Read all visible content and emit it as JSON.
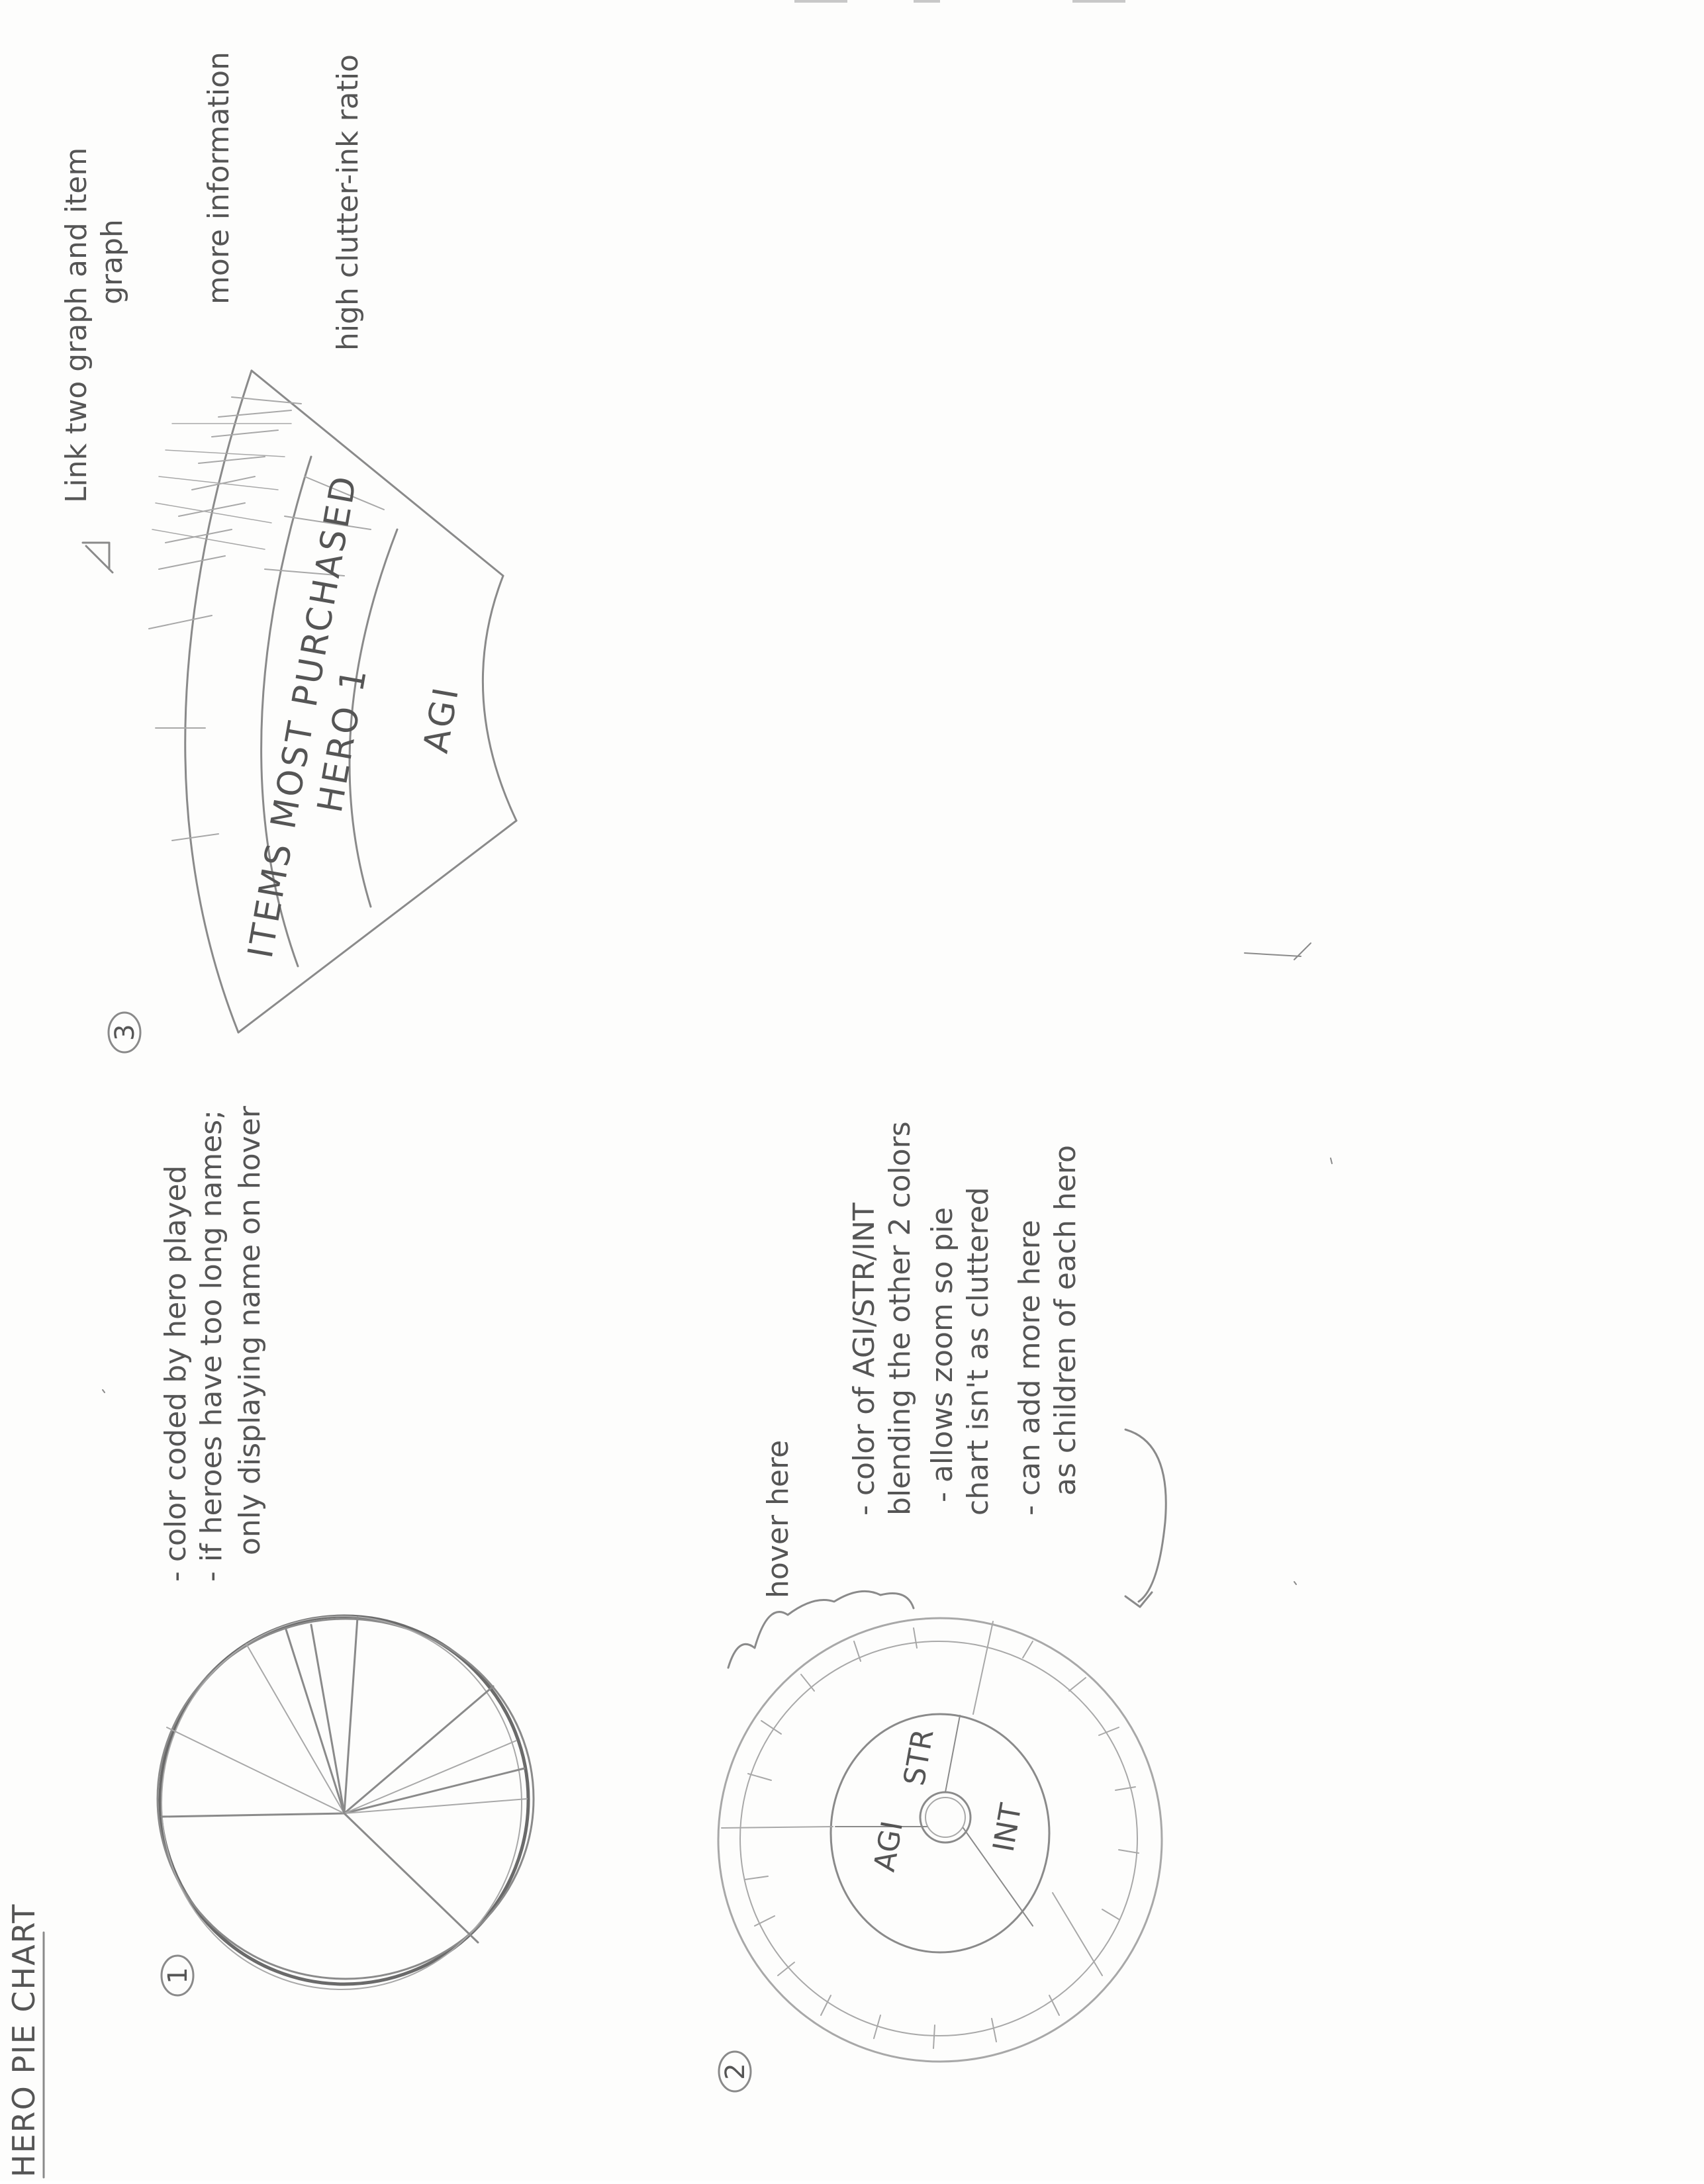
{
  "page": {
    "title": "HERO PIE CHART"
  },
  "sketch1": {
    "number": "1",
    "notes": [
      "- color coded by hero played",
      "- if heroes have too long names;",
      "only displaying name on hover"
    ]
  },
  "sketch2": {
    "number": "2",
    "hover_label": "hover here",
    "segments": {
      "agi": "AGI",
      "str": "STR",
      "int": "INT"
    },
    "notes": [
      "- color of AGI/STR/INT",
      "blending the other 2 colors",
      "- allows zoom so pie",
      "chart isn't as cluttered",
      "- can add more here",
      "as children of each hero"
    ]
  },
  "sketch3": {
    "number": "3",
    "ring_labels": {
      "outer": "ITEMS MOST PURCHASED",
      "middle": "HERO 1",
      "inner": "AGI"
    },
    "notes": [
      "Link two graph and item",
      "graph",
      "more information",
      "high clutter-ink ratio"
    ]
  },
  "colors": {
    "pencil": "#8a8a8a",
    "paper": "#fdfdfc"
  }
}
